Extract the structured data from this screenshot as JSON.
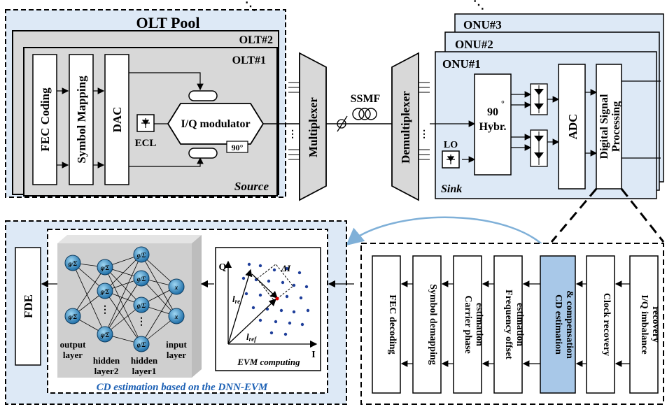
{
  "olt_pool": {
    "title": "OLT Pool",
    "olt2": "OLT#2",
    "olt1": "OLT#1",
    "source": "Source",
    "blocks": [
      "FEC Coding",
      "Symbol Mapping",
      "DAC"
    ],
    "ecl": "ECL",
    "modulator": "I/Q modulator",
    "phase": "90°"
  },
  "link": {
    "mux": "Multiplexer",
    "demux": "Demultiplexer",
    "fiber": "SSMF"
  },
  "onu": {
    "onu3": "ONU#3",
    "onu2": "ONU#2",
    "onu1": "ONU#1",
    "hybrid_deg": "90",
    "hybrid_label": "Hybr.",
    "lo": "LO",
    "adc": "ADC",
    "dsp_line1": "Digital Signal",
    "dsp_line2": "Processing",
    "sink": "Sink"
  },
  "dnn": {
    "fde": "FDE",
    "node_label": "g/Σ",
    "input_node": "x",
    "layers": [
      "output",
      "layer",
      "hidden",
      "layer2",
      "hidden",
      "layer1",
      "input",
      "layer"
    ],
    "evm_q": "Q",
    "evm_i": "I",
    "evm_delta": "ΔI",
    "evm_lre": "l",
    "evm_lre_sub": "re",
    "evm_lref": "l",
    "evm_lref_sub": "ref",
    "evm_title": "EVM computing",
    "caption": "CD estimation based on the DNN-EVM"
  },
  "dsp_chain": [
    [
      "FEC decoding"
    ],
    [
      "Symbol demapping"
    ],
    [
      "Carrier phase",
      "estimation"
    ],
    [
      "Frequency offset",
      "estimation"
    ],
    [
      "CD estimation",
      "& compensation"
    ],
    [
      "Clock recovery"
    ],
    [
      "I/Q imbalance",
      "recovery"
    ]
  ],
  "colors": {
    "panel_blue": "#dde9f6",
    "grey": "#d8d8d8",
    "highlight": "#a8c8e8",
    "node": "#3a8fc0",
    "dot": "#1f3f9a",
    "caption": "#1a5fb4",
    "arc": "#7fb0d8"
  }
}
